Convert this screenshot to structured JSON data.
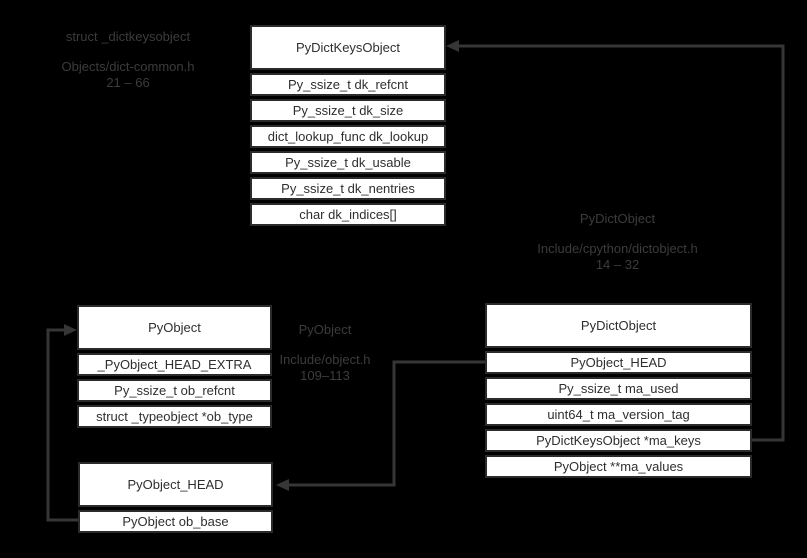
{
  "colors": {
    "background": "#000000",
    "box_fill": "#ffffff",
    "box_border": "#2b2b2b",
    "box_text": "#2f2f2f",
    "label_text": "#3c3c3c",
    "arrow": "#363636"
  },
  "structs": [
    {
      "title": "PyDictKeysObject",
      "fields": [
        "Py_ssize_t dk_refcnt",
        "Py_ssize_t dk_size",
        "dict_lookup_func dk_lookup",
        "Py_ssize_t dk_usable",
        "Py_ssize_t dk_nentries",
        "char dk_indices[]"
      ]
    },
    {
      "title": "PyObject",
      "fields": [
        "_PyObject_HEAD_EXTRA",
        "Py_ssize_t ob_refcnt",
        "struct _typeobject *ob_type"
      ]
    },
    {
      "title": "PyDictObject",
      "fields": [
        "PyObject_HEAD",
        "Py_ssize_t ma_used",
        "uint64_t ma_version_tag",
        "PyDictKeysObject *ma_keys",
        "PyObject **ma_values"
      ]
    },
    {
      "title": "PyObject_HEAD",
      "fields": [
        "PyObject ob_base"
      ]
    }
  ],
  "labels": [
    {
      "struct_name": "struct _dictkeysobject",
      "file_path": "Objects/dict-common.h",
      "line_range": "21 – 66"
    },
    {
      "struct_name": "PyDictObject",
      "file_path": "Include/cpython/dictobject.h",
      "line_range": "14 – 32"
    },
    {
      "struct_name": "PyObject",
      "file_path": "Include/object.h",
      "line_range": "109–113"
    }
  ],
  "arrows": [
    {
      "from": "PyDictObject.ma_keys",
      "to": "PyDictKeysObject"
    },
    {
      "from": "PyDictObject.PyObject_HEAD",
      "to": "PyObject_HEAD"
    },
    {
      "from": "PyObject_HEAD.ob_base",
      "to": "PyObject"
    }
  ]
}
